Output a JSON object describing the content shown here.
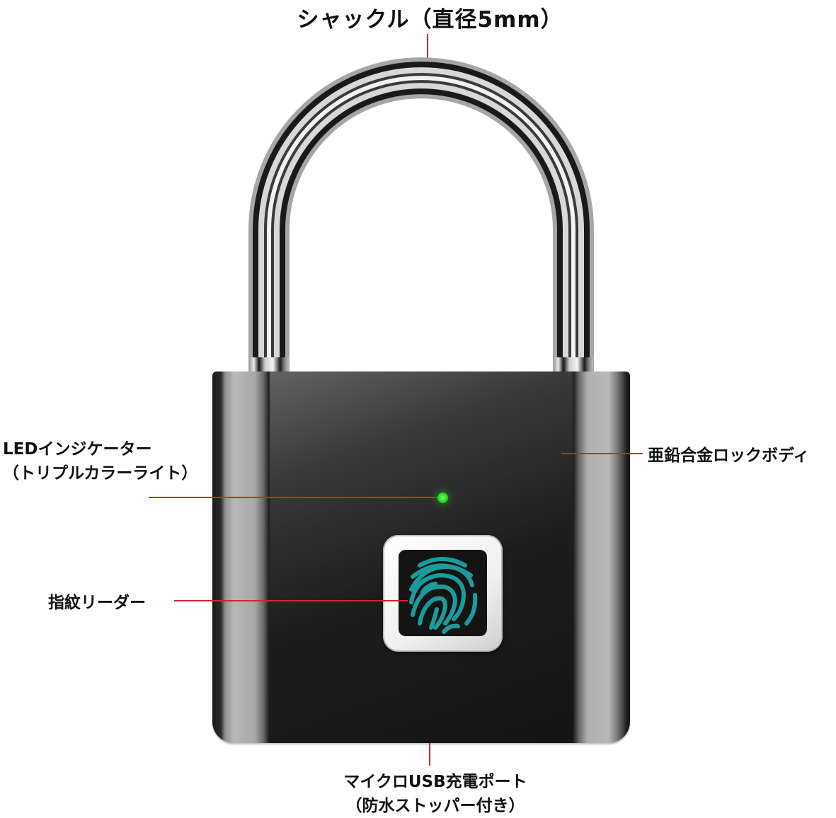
{
  "labels": {
    "shackle": "シャックル（直径5mm）",
    "led_line1": "LEDインジケーター",
    "led_line2": "（トリプルカラーライト）",
    "lock_body": "亜鉛合金ロックボディ",
    "fingerprint_reader": "指紋リーダー",
    "usb_line1": "マイクロUSB充電ポート",
    "usb_line2": "（防水ストッパー付き）"
  },
  "colors": {
    "callout_line": "#d0262c",
    "led": "#1fe01f",
    "fingerprint": "#1b9c9c",
    "lock_body": "#1a1a1a",
    "background": "#ffffff"
  },
  "icons": {
    "fingerprint": "fingerprint-icon",
    "led": "led-indicator-icon"
  }
}
